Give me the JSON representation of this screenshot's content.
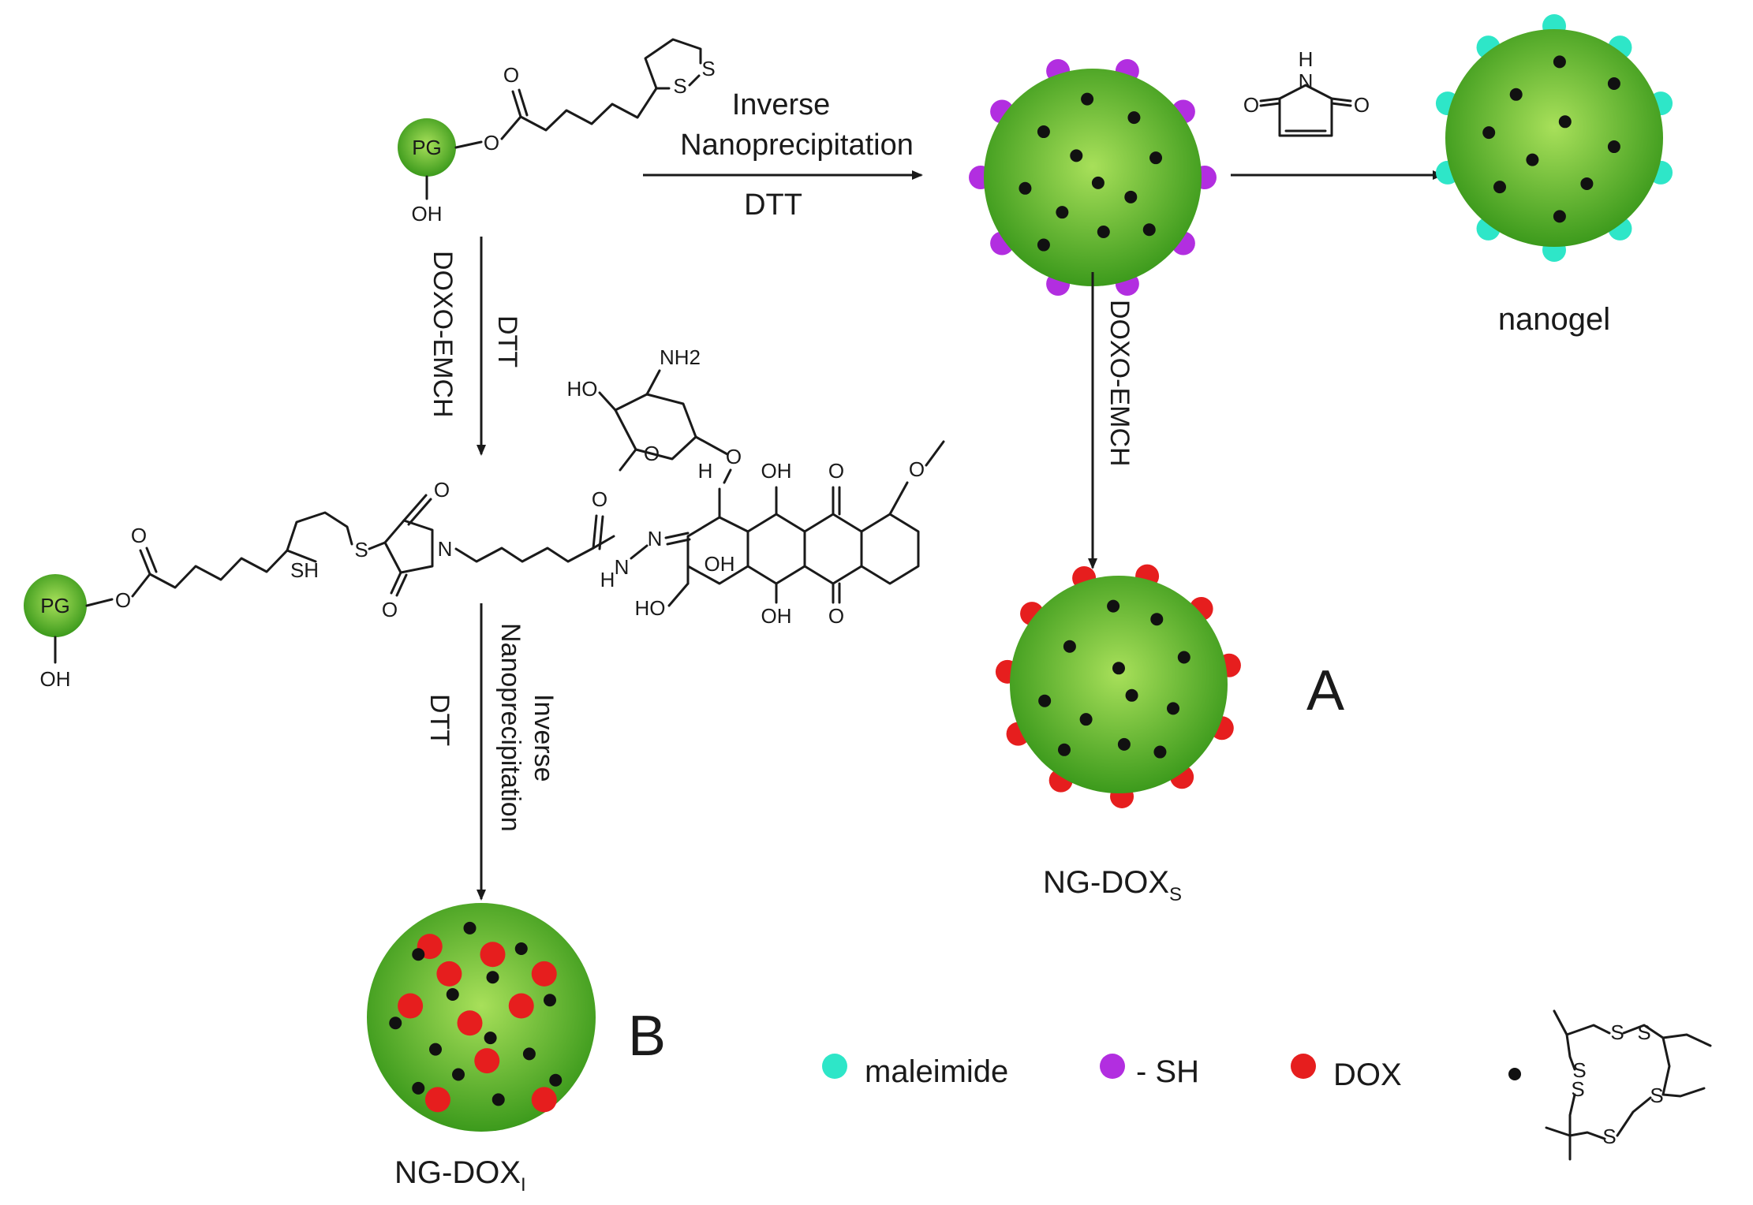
{
  "colors": {
    "sphere_center": "#a8e05a",
    "sphere_edge": "#3c9a1c",
    "maleimide": "#2ee6c8",
    "thiol": "#b22ee0",
    "dox": "#e61e1e",
    "crosslink": "#111111"
  },
  "top_left_molecule": {
    "core_label": "PG",
    "oh_label": "OH",
    "ester_o": "O",
    "carbonyl_o": "O",
    "ring_s1": "S",
    "ring_s2": "S"
  },
  "arrow_top": {
    "line1": "Inverse",
    "line2": "Nanoprecipitation",
    "line3": "DTT"
  },
  "arrow_left_down": {
    "reagent": "DOXO-EMCH",
    "condition": "DTT"
  },
  "arrow_middle_down": {
    "reagent": "DOXO-EMCH"
  },
  "arrow_bottom_down": {
    "condition": "DTT",
    "line1": "Inverse",
    "line2": "Nanoprecipitation"
  },
  "maleimide_reagent": {
    "nh": "H",
    "n": "N",
    "o1": "O",
    "o2": "O"
  },
  "conjugate": {
    "core_label": "PG",
    "oh_label": "OH",
    "ester_o": "O",
    "carbonyl_o": "O",
    "s_label": "S",
    "sh_label": "SH",
    "n_label": "N",
    "o_top": "O",
    "o_bot": "O",
    "amide_o": "O",
    "nh_label": "H",
    "n1": "N",
    "n2": "N",
    "nh2": "NH2",
    "ho_sugar": "HO",
    "sugar_o": "O",
    "glyco_o": "O",
    "h_label": "H",
    "oh1": "OH",
    "oh2": "OH",
    "oh3": "OH",
    "ho_chain": "HO",
    "q_o1": "O",
    "q_o2": "O",
    "ome_o": "O"
  },
  "labels": {
    "nanogel": "nanogel",
    "ng_dox_s_main": "NG-DOX",
    "ng_dox_s_sub": "S",
    "ng_dox_i_main": "NG-DOX",
    "ng_dox_i_sub": "I",
    "panel_a": "A",
    "panel_b": "B"
  },
  "legend": {
    "maleimide": "maleimide",
    "thiol": "- SH",
    "dox": "DOX",
    "crosslink_s": "S"
  }
}
